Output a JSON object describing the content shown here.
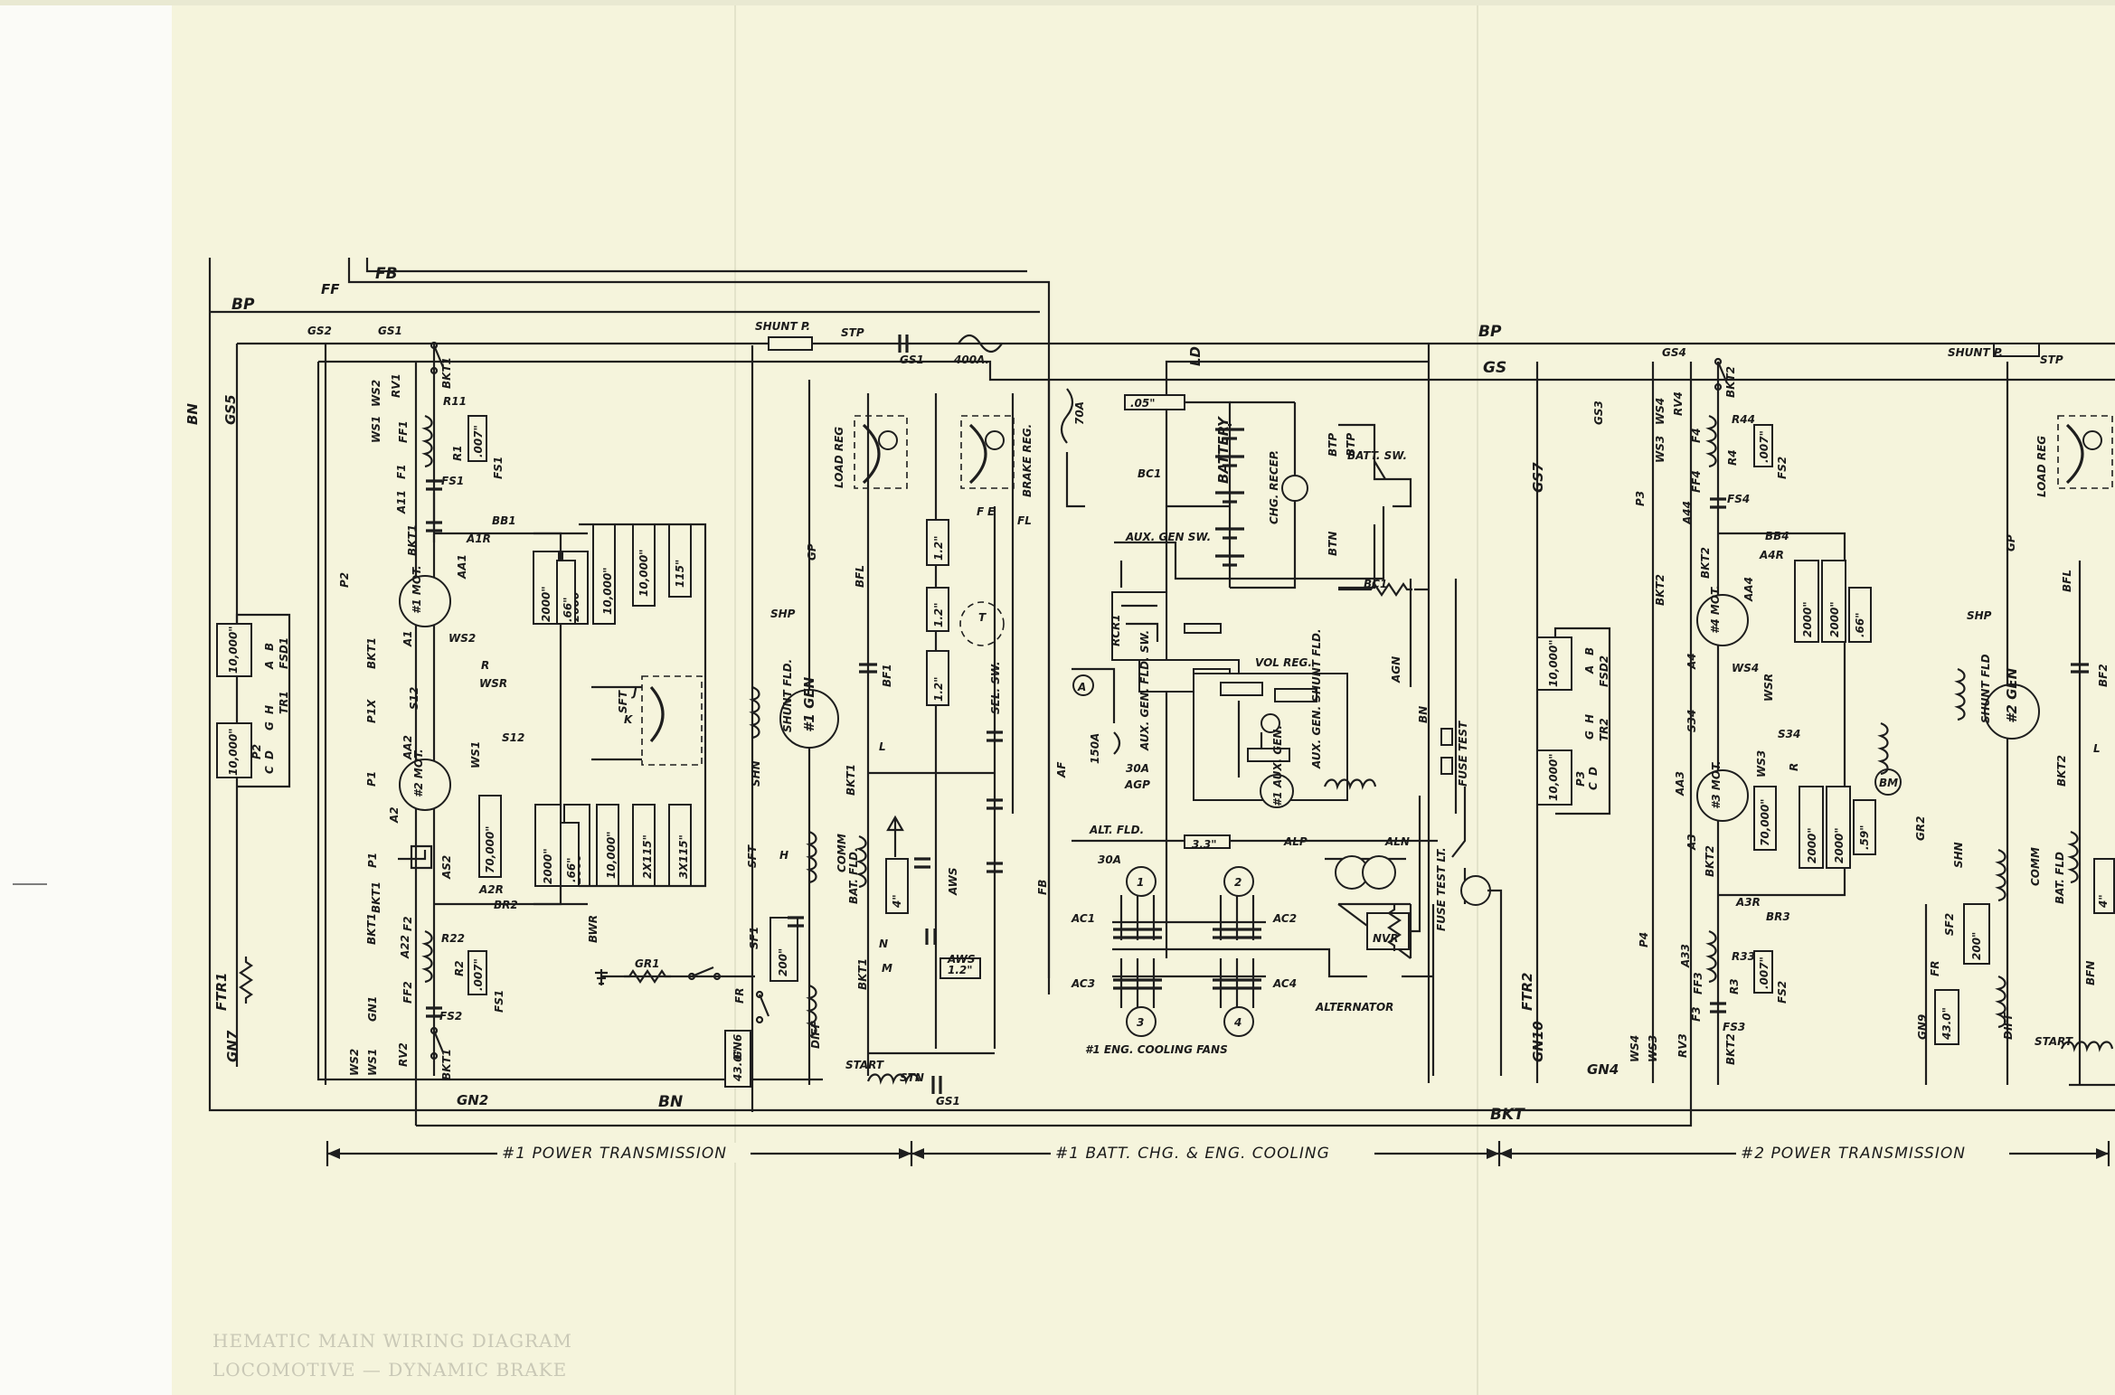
{
  "bus_labels": {
    "bp": "BP",
    "ff": "FF",
    "fb": "FB",
    "bp_mid": "BP",
    "gs_mid": "GS",
    "bn_left": "BN",
    "bn_bottom": "BN",
    "bkt_bottom": "BKT",
    "ld": "LD",
    "gs5": "GS5",
    "gs7": "GS7",
    "gn7": "GN7",
    "gn10": "GN10",
    "ftr1": "FTR1",
    "ftr2": "FTR2",
    "gn2": "GN2",
    "gn4": "GN4"
  },
  "sections": [
    {
      "label": "#1 POWER TRANSMISSION"
    },
    {
      "label": "#1 BATT. CHG. & ENG. COOLING"
    },
    {
      "label": "#2 POWER TRANSMISSION"
    }
  ],
  "unit1": {
    "gs2": "GS2",
    "gs1": "GS1",
    "bkt1": "BKT1",
    "ws2": "WS2",
    "ws1": "WS1",
    "rv1": "RV1",
    "r11": "R11",
    "ff1": "FF1",
    "f1": "F1",
    "r1": "R1",
    "r1_val": ".007\"",
    "fs1": "FS1",
    "fs1b": "FS1",
    "a11": "A11",
    "bb1": "BB1",
    "a1r": "A1R",
    "p2": "P2",
    "mot": "#1 MOT.",
    "aa1": "AA1",
    "a1": "A1",
    "ws2b": "WS2",
    "wsr": "WSR",
    "r": "R",
    "bkt1b": "BKT1",
    "s12": "S12",
    "s12b": "S12",
    "p1x": "P1X",
    "b": "B",
    "a": "A",
    "fsd1": "FSD1",
    "h": "H",
    "g": "G",
    "tr1": "TR1",
    "p2b": "P2",
    "d": "D",
    "c": "C",
    "res_10000a": "10,000\"",
    "res_10000b": "10,000\"",
    "aa2": "AA2",
    "p1": "P1",
    "ws1b": "WS1",
    "a2": "A2",
    "mot2": "#2 MOT.",
    "as2": "AS2",
    "a2r": "A2R",
    "br2": "BR2",
    "p1b": "P1",
    "bkt1c": "BKT1",
    "a22": "A22",
    "f2": "F2",
    "r22": "R22",
    "r2": "R2",
    "r2_val": ".007\"",
    "ff2": "FF2",
    "fs2": "FS2",
    "fs1c": "FS1",
    "gn1": "GN1",
    "ws2c": "WS2",
    "ws1c": "WS1",
    "rv2": "RV2",
    "bkt1d": "BKT1",
    "res_2000a": "2000\"",
    "res_2000b": "2000\"",
    "res_66a": ".66\"",
    "res_2000c": "2000\"",
    "res_2000d": "2000\"",
    "res_66b": ".66\"",
    "res_70000": "70,000\"",
    "bwr": "BWR",
    "res_10000c": "10,000\"",
    "res_10000d": "10,000\"",
    "res_115a": "115\"",
    "res_2x115": "2X115\"",
    "res_3x115": "3X115\"",
    "res_10000e": "10,000\"",
    "sft": "SFT",
    "k": "K",
    "j": "J",
    "shunt_p": "SHUNT P.",
    "stp": "STP",
    "gs1b": "GS1",
    "fuse": "400A.",
    "load_reg": "LOAD REG",
    "gp": "GP",
    "shp": "SHP",
    "shunt_fld": "SHUNT FLD.",
    "gen": "#1 GEN",
    "shn": "SHN",
    "comm": "COMM",
    "diff": "DIFF",
    "sft2": "SFT",
    "h2": "H",
    "sf1": "SF1",
    "fr": "FR",
    "res_200": "200\"",
    "res_43": "43.0\"",
    "gn6": "GN6",
    "gr1": "GR1",
    "start": "START",
    "stn": "STN",
    "gs1c": "GS1",
    "bfl": "BFL",
    "bf1": "BF1",
    "bkt1e": "BKT1",
    "bat_fld": "BAT. FLD.",
    "res_4": "4\"",
    "aws": "AWS",
    "aws2": "AWS",
    "res_12a": "1.2\"",
    "res_12b": "1.2\"",
    "res_12c": "1.2\"",
    "res_12d": "1.2\"",
    "sel_sw": "SEL. SW.",
    "brake_reg": "BRAKE REG.",
    "fl": "FL",
    "fb": "FB",
    "bkt1f": "BKT1",
    "e": "E",
    "f": "F",
    "l": "L",
    "n": "N",
    "m": "M",
    "t": "T"
  },
  "unit_batt": {
    "fuse_70": "70A",
    "res_05": ".05\"",
    "bc1": "BC1",
    "battery": "BATTERY",
    "chg_recep": "CHG. RECEP.",
    "btp": "BTP",
    "btn": "BTN",
    "batt_sw": "BATT. SW.",
    "aux_gen_sw": "AUX. GEN SW.",
    "bc1b": "BC1",
    "rcr1": "RCR1",
    "vol_reg": "VOL REG.",
    "aux_gen_fld_sw": "AUX. GEN. FLD. SW.",
    "aux_gen_shunt": "AUX. GEN. SHUNT FLD.",
    "aux_gen": "#1 AUX. GEN.",
    "agn": "AGN",
    "agp": "AGP",
    "fuse_150": "150A",
    "fuse_30a": "30A",
    "fuse_30b": "30A",
    "alt_fld": "ALT. FLD.",
    "res_33": "3.3\"",
    "alp": "ALP",
    "aln": "ALN",
    "af": "AF",
    "bn": "BN",
    "nvr": "NVR",
    "alternator": "ALTERNATOR",
    "ac1": "AC1",
    "ac2": "AC2",
    "ac3": "AC3",
    "ac4": "AC4",
    "fan1": "1",
    "fan2": "2",
    "fan3": "3",
    "fan4": "4",
    "fans": "#1 ENG. COOLING FANS",
    "fuse_test": "FUSE TEST",
    "fuse_test_lt": "FUSE TEST LT.",
    "ammeter": "A"
  },
  "unit2": {
    "gs4": "GS4",
    "gs3": "GS3",
    "bkt2": "BKT2",
    "ws4": "WS4",
    "ws3": "WS3",
    "rv4": "RV4",
    "r44": "R44",
    "r4": "R4",
    "r4_val": ".007\"",
    "f4": "F4",
    "ff4": "FF4",
    "fs4": "FS4",
    "fs2": "FS2",
    "a44": "A44",
    "bb4": "BB4",
    "a4r": "A4R",
    "p3": "P3",
    "bkt2b": "BKT2",
    "bkt2c": "BKT2",
    "mot4": "#4 MOT.",
    "aa4": "AA4",
    "a4": "A4",
    "ws4b": "WS4",
    "s34": "S34",
    "s34b": "S34",
    "ws3b": "WS3",
    "wsr": "WSR",
    "aa3": "AA3",
    "a3": "A3",
    "mot3": "#3 MOT.",
    "bkt2d": "BKT2",
    "a3r": "A3R",
    "br3": "BR3",
    "a33": "A33",
    "f3": "F3",
    "ff3": "FF3",
    "r33": "R33",
    "r3": "R3",
    "r3_val": ".007\"",
    "fs3": "FS3",
    "fs2b": "FS2",
    "p4": "P4",
    "ws4c": "WS4",
    "ws3c": "WS3",
    "rv3": "RV3",
    "bkt2e": "BKT2",
    "fsd2": "FSD2",
    "tr2": "TR2",
    "p3b": "P3",
    "res_10000a": "10,000\"",
    "res_10000b": "10,000\"",
    "res_2000a": "2000\"",
    "res_2000b": "2000\"",
    "res_66a": ".66\"",
    "res_2000c": "2000\"",
    "res_2000d": "2000\"",
    "res_59": ".59\"",
    "res_70000": "70,000\"",
    "bm": "BM",
    "shunt_p": "SHUNT P.",
    "stp": "STP",
    "load_reg": "LOAD REG",
    "gp": "GP",
    "bfl": "BFL",
    "shp": "SHP",
    "shunt_fld": "SHUNT FLD",
    "gen": "#2 GEN",
    "bf2": "BF2",
    "bkt2f": "BKT2",
    "bat_fld": "BAT. FLD",
    "res_4": "4\"",
    "gr2": "GR2",
    "shn": "SHN",
    "comm": "COMM",
    "diff": "DIFF",
    "sf2": "SF2",
    "fr": "FR",
    "res_200": "200\"",
    "res_43": "43.0\"",
    "gn9": "GN9",
    "start": "START",
    "bfn": "BFN",
    "a": "A",
    "b": "B",
    "c": "C",
    "d": "D",
    "g": "G",
    "h": "H",
    "l": "L",
    "r": "R"
  },
  "faint_text": {
    "line1": "HEMATIC MAIN WIRING DIAGRAM",
    "line2": "LOCOMOTIVE — DYNAMIC BRAKE"
  }
}
